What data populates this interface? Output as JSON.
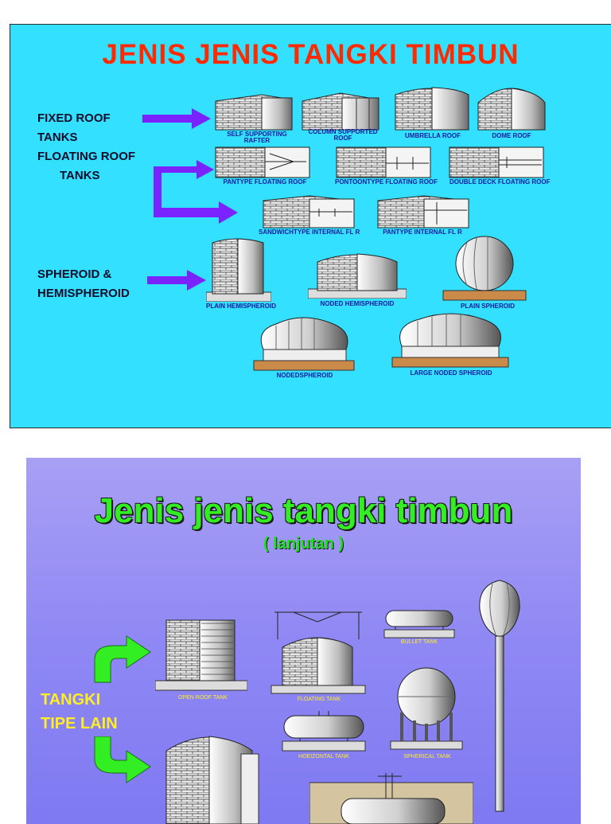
{
  "slide1": {
    "title": "JENIS JENIS TANGKI TIMBUN",
    "categories": {
      "fixed_roof_line1": "FIXED ROOF",
      "fixed_roof_line2": "TANKS",
      "floating_roof_line1": "FLOATING ROOF",
      "floating_roof_line2": "TANKS",
      "spheroid_line1": "SPHEROID  &",
      "spheroid_line2": "HEMISPHEROID"
    },
    "labels": {
      "self_supporting_1": "SELF SUPPORTING",
      "self_supporting_2": "RAFTER",
      "column_supported_1": "COLUMN SUPPORTED",
      "column_supported_2": "ROOF",
      "umbrella_roof": "UMBRELLA ROOF",
      "dome_roof": "DOME ROOF",
      "pantype_floating": "PANTYPE FLOATING ROOF",
      "pontoon_floating": "PONTOONTYPE FLOATING ROOF",
      "double_deck": "DOUBLE DECK FLOATING ROOF",
      "sandwich_internal": "SANDWICHTYPE INTERNAL FL R",
      "pantype_internal": "PANTYPE INTERNAL FL R",
      "plain_hemispheroid": "PLAIN HEMISPHEROID",
      "noded_hemispheroid": "NODED HEMISPHEROID",
      "plain_spheroid": "PLAIN SPHEROID",
      "noded_spheroid": "NODEDSPHEROID",
      "large_noded_spheroid": "LARGE NODED SPHEROID"
    },
    "colors": {
      "background": "#33e0ff",
      "title": "#ff2a00",
      "arrow": "#7a22ff",
      "label": "#1a1aa0"
    }
  },
  "slide2": {
    "title": "Jenis jenis tangki timbun",
    "subtitle": "( lanjutan )",
    "category_line1": "TANGKI",
    "category_line2": "TIPE LAIN",
    "labels": {
      "open_roof": "OPEN ROOF TANK",
      "floating": "FLOATING TANK",
      "bullet": "BULLET TANK",
      "horizontal": "HOEIZONTAL TANK",
      "spherical": "SPHERICAL TANK"
    },
    "colors": {
      "title": "#33ee22",
      "category": "#ffee22",
      "arrow": "#33ee22"
    }
  }
}
